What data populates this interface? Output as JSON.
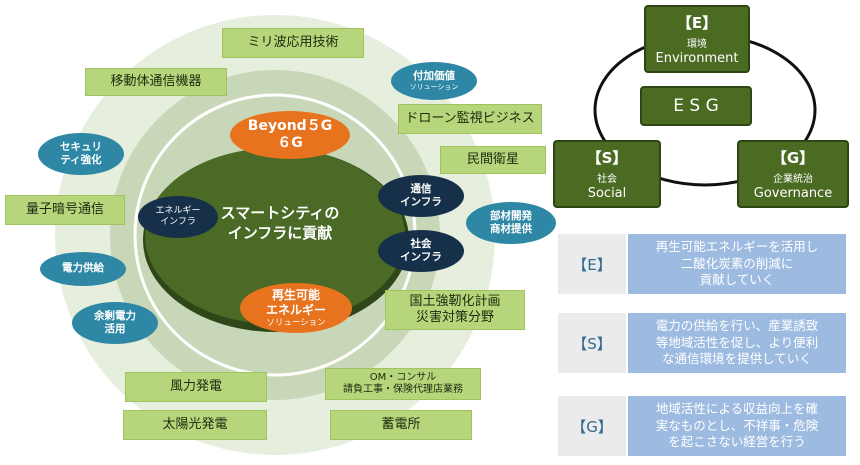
{
  "center": {
    "title_line1": "スマートシティの",
    "title_line2": "インフラに貢献"
  },
  "orange": {
    "top_line1": "Beyond５G",
    "top_line2": "６G",
    "bottom_line1": "再生可能",
    "bottom_line2": "エネルギー",
    "bottom_sub": "ソリューション"
  },
  "navy": {
    "energy_line1": "エネルギー",
    "energy_line2": "インフラ",
    "comm_line1": "通信",
    "comm_line2": "インフラ",
    "social_line1": "社会",
    "social_line2": "インフラ"
  },
  "teal": {
    "fukaka_line1": "付加価値",
    "fukaka_sub": "ソリューション",
    "security_line1": "セキュリ",
    "security_line2": "ティ強化",
    "buzai_line1": "部材開発",
    "buzai_line2": "商材提供",
    "power_supply": "電力供給",
    "surplus_line1": "余剰電力",
    "surplus_line2": "活用"
  },
  "boxes": {
    "mmwave": "ミリ波応用技術",
    "mobile": "移動体通信機器",
    "drone": "ドローン監視ビジネス",
    "satellite": "民間衛星",
    "quantum": "量子暗号通信",
    "resilience_line1": "国土強靭化計画",
    "resilience_line2": "災害対策分野",
    "wind": "風力発電",
    "om_line1": "OM・コンサル",
    "om_line2": "請負工事・保険代理店業務",
    "solar": "太陽光発電",
    "storage": "蓄電所"
  },
  "esg": {
    "center": "E S G",
    "e_tag": "【E】",
    "e_jp": "環境",
    "e_en": "Environment",
    "s_tag": "【S】",
    "s_jp": "社会",
    "s_en": "Social",
    "g_tag": "【G】",
    "g_jp": "企業統治",
    "g_en": "Governance"
  },
  "descriptions": [
    {
      "label": "【E】",
      "line1": "再生可能エネルギーを活用し",
      "line2": "二酸化炭素の削減に",
      "line3": "貢献していく"
    },
    {
      "label": "【S】",
      "line1": "電力の供給を行い、産業誘致",
      "line2": "等地域活性を促し、より便利",
      "line3": "な通信環境を提供していく"
    },
    {
      "label": "【G】",
      "line1": "地域活性による収益向上を確",
      "line2": "実なものとし、不祥事・危険",
      "line3": "を起こさない経営を行う"
    }
  ],
  "colors": {
    "outer_ring": "#e6eedd",
    "middle_ring": "#c8d7b8",
    "inner_disc": "#4a6a26",
    "orange": "#e8731f",
    "navy": "#16304a",
    "teal": "#2e88a5",
    "light_green_box": "#b7d57a",
    "esg_box": "#4b6a22",
    "desc_blue": "#9dbbe0"
  }
}
